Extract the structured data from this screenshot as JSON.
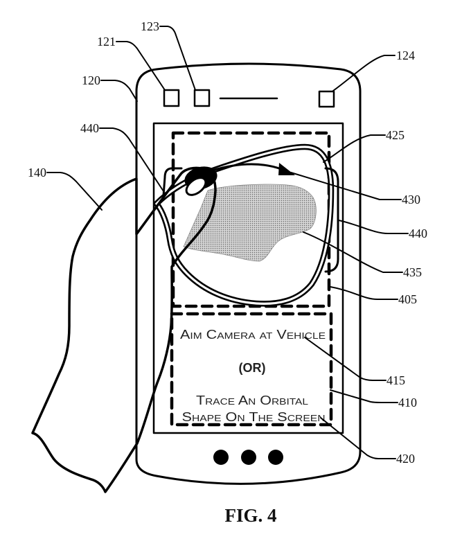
{
  "figure": {
    "caption": "FIG. 4"
  },
  "screen": {
    "prompt_line1": "Aim Camera at Vehicle",
    "separator": "(OR)",
    "prompt_line2": "Trace An Orbital",
    "prompt_line3": "Shape On The Screen"
  },
  "reference_labels": {
    "phone": "120",
    "button_121": "121",
    "button_123": "123",
    "button_124": "124",
    "hand": "140",
    "region_405": "405",
    "region_410": "410",
    "text_415": "415",
    "text_420": "420",
    "orbit_425": "425",
    "arrow_430": "430",
    "object_435": "435",
    "bracket_440_left": "440",
    "bracket_440_right": "440"
  },
  "icons": {
    "home_buttons": [
      "dot",
      "dot",
      "dot"
    ],
    "top_buttons": [
      "square",
      "square",
      "speaker-slot",
      "square"
    ]
  },
  "colors": {
    "line": "#000000",
    "background": "#ffffff",
    "object_fill": "#c8c8c8"
  }
}
